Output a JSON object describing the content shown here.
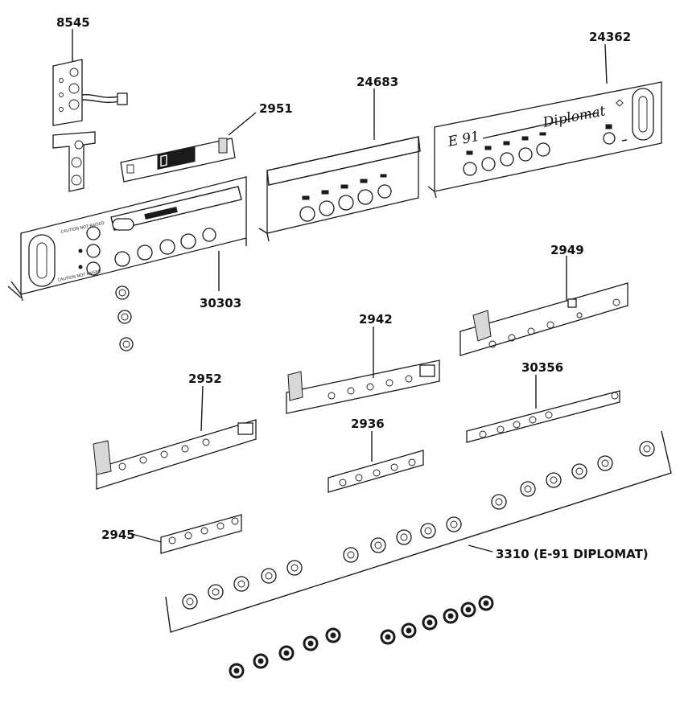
{
  "labels": {
    "p8545": "8545",
    "p2951": "2951",
    "p24683": "24683",
    "p24362": "24362",
    "p30303": "30303",
    "p2949": "2949",
    "p2942": "2942",
    "p30356": "30356",
    "p2952": "2952",
    "p2936": "2936",
    "p2945": "2945",
    "p3310": "3310 (E-91 DIPLOMAT)"
  },
  "panel_24362": {
    "model": "E 91",
    "brand": "Diplomat"
  },
  "panel_30303": {
    "caution_top": "CAUTION NOT RAISED",
    "caution_bottom": "CAUTION NOT RAISED"
  }
}
